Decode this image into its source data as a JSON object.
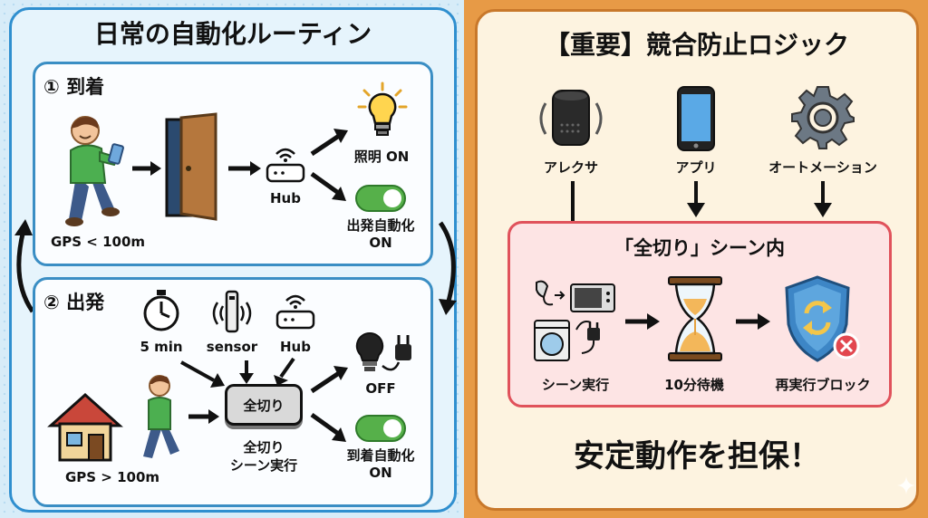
{
  "left": {
    "title": "日常の自動化ルーティン",
    "arrival": {
      "heading": "① 到着",
      "gps_label": "GPS < 100m",
      "hub_label": "Hub",
      "light_label": "照明 ON",
      "auto_label_line1": "出発自動化",
      "auto_label_line2": "ON"
    },
    "departure": {
      "heading": "② 出発",
      "timer_label": "5 min",
      "sensor_label": "sensor",
      "hub_label": "Hub",
      "gps_label": "GPS > 100m",
      "button_label": "全切り",
      "scene_line1": "全切り",
      "scene_line2": "シーン実行",
      "off_label": "OFF",
      "auto_label_line1": "到着自動化",
      "auto_label_line2": "ON"
    }
  },
  "right": {
    "title": "【重要】競合防止ロジック",
    "alexa_label": "アレクサ",
    "app_label": "アプリ",
    "automation_label": "オートメーション",
    "scene_title": "「全切り」シーン内",
    "scene_run_label": "シーン実行",
    "wait_label": "10分待機",
    "block_label": "再実行ブロック",
    "footer": "安定動作を担保！"
  },
  "colors": {
    "left_border": "#2f8fcf",
    "right_border": "#c8782b",
    "scene_border": "#e0525b",
    "toggle_green": "#56b04a"
  },
  "icons": [
    "person-phone-icon",
    "door-icon",
    "hub-icon",
    "bulb-icon",
    "toggle-icon",
    "stopwatch-icon",
    "sensor-icon",
    "house-icon",
    "person-walking-icon",
    "plug-icon",
    "speaker-icon",
    "phone-icon",
    "gear-icon",
    "appliances-icon",
    "hourglass-icon",
    "shield-icon"
  ]
}
